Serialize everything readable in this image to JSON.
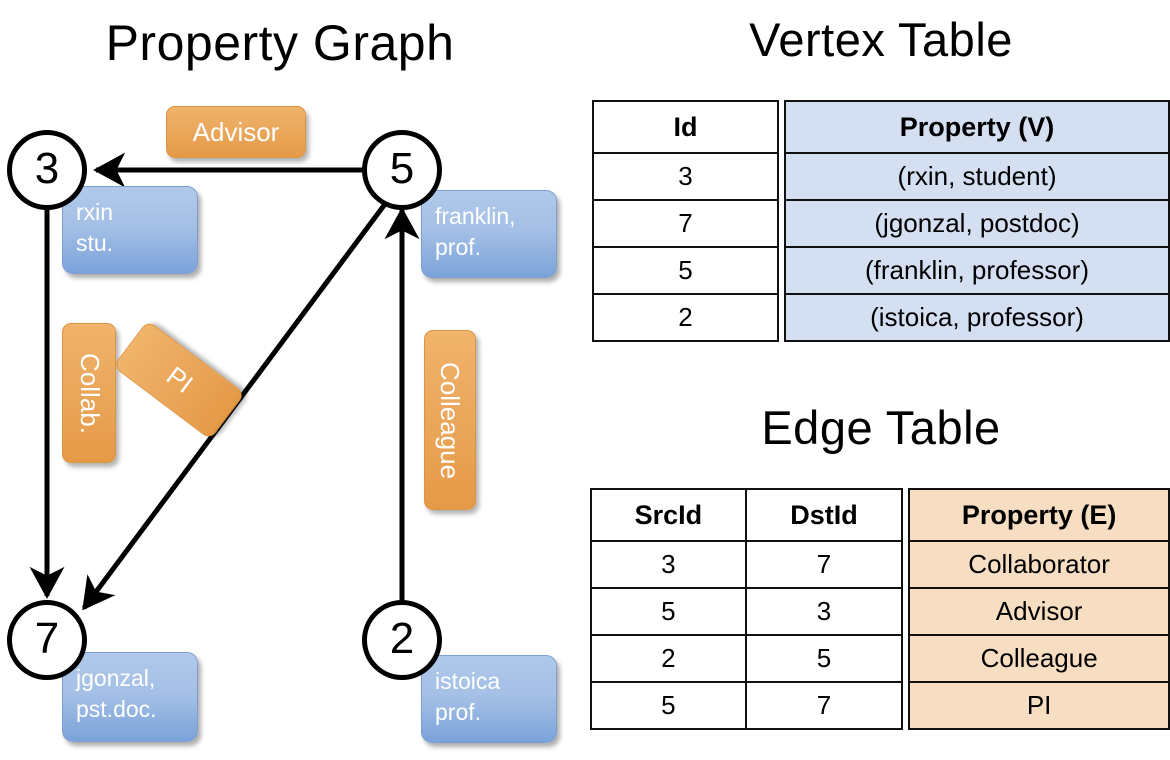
{
  "titles": {
    "property_graph": "Property Graph",
    "vertex_table": "Vertex Table",
    "edge_table": "Edge Table"
  },
  "graph": {
    "vertices": [
      {
        "id": "3",
        "property_line1": "rxin",
        "property_line2": "stu."
      },
      {
        "id": "5",
        "property_line1": "franklin,",
        "property_line2": "prof."
      },
      {
        "id": "7",
        "property_line1": "jgonzal,",
        "property_line2": "pst.doc."
      },
      {
        "id": "2",
        "property_line1": "istoica",
        "property_line2": "prof."
      }
    ],
    "edge_labels": [
      {
        "name": "advisor",
        "text": "Advisor"
      },
      {
        "name": "collab",
        "text": "Collab."
      },
      {
        "name": "pi",
        "text": "PI"
      },
      {
        "name": "colleague",
        "text": "Colleague"
      }
    ]
  },
  "vertex_table": {
    "headers": {
      "id": "Id",
      "property": "Property (V)"
    },
    "rows": [
      {
        "id": "3",
        "property": "(rxin, student)"
      },
      {
        "id": "7",
        "property": "(jgonzal, postdoc)"
      },
      {
        "id": "5",
        "property": "(franklin, professor)"
      },
      {
        "id": "2",
        "property": "(istoica, professor)"
      }
    ]
  },
  "edge_table": {
    "headers": {
      "src": "SrcId",
      "dst": "DstId",
      "property": "Property (E)"
    },
    "rows": [
      {
        "src": "3",
        "dst": "7",
        "property": "Collaborator"
      },
      {
        "src": "5",
        "dst": "3",
        "property": "Advisor"
      },
      {
        "src": "2",
        "dst": "5",
        "property": "Colleague"
      },
      {
        "src": "5",
        "dst": "7",
        "property": "PI"
      }
    ]
  },
  "colors": {
    "vertex_property_fill": "#a5c0e6",
    "edge_label_fill": "#eba95e",
    "vertex_table_property_bg": "#d4e0f2",
    "edge_table_property_bg": "#f7dec3",
    "stroke": "#000000"
  }
}
